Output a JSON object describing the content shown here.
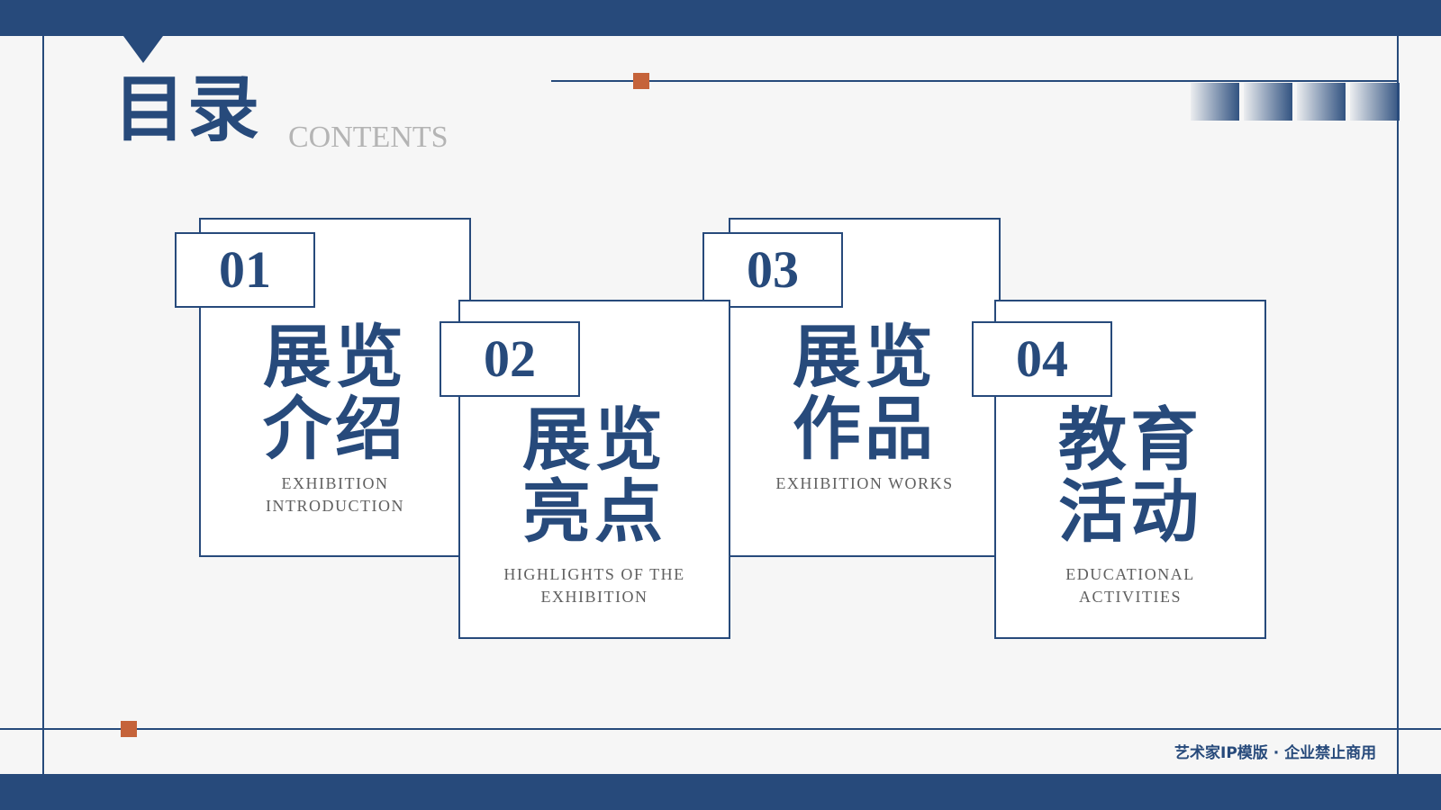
{
  "header": {
    "title_cn": "目录",
    "title_en": "CONTENTS"
  },
  "colors": {
    "navy": "#274a7b",
    "orange": "#c5633a",
    "background": "#f6f6f6",
    "card": "#ffffff"
  },
  "items": [
    {
      "number": "01",
      "title_line1": "展览",
      "title_line2": "介绍",
      "subtitle_line1": "EXHIBITION",
      "subtitle_line2": "INTRODUCTION"
    },
    {
      "number": "02",
      "title_line1": "展览",
      "title_line2": "亮点",
      "subtitle_line1": "HIGHLIGHTS OF THE",
      "subtitle_line2": "EXHIBITION"
    },
    {
      "number": "03",
      "title_line1": "展览",
      "title_line2": "作品",
      "subtitle_line1": "EXHIBITION WORKS",
      "subtitle_line2": ""
    },
    {
      "number": "04",
      "title_line1": "教育",
      "title_line2": "活动",
      "subtitle_line1": "EDUCATIONAL",
      "subtitle_line2": "ACTIVITIES"
    }
  ],
  "footer": {
    "text": "艺术家IP模版 · 企业禁止商用"
  }
}
